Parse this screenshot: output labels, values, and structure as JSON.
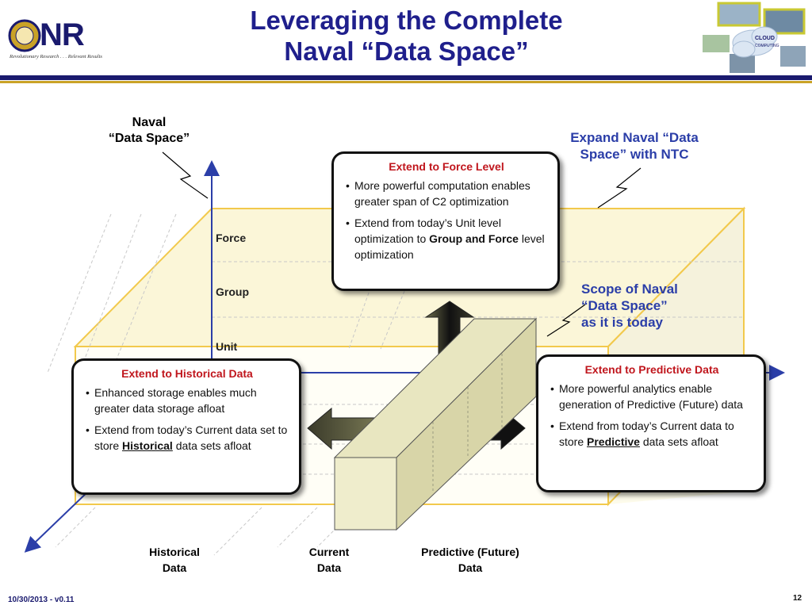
{
  "header": {
    "title_line1": "Leveraging the Complete",
    "title_line2": "Naval “Data Space”",
    "logo_text": "NR",
    "logo_tagline": "Revolutionary Research . . . Relevant Results",
    "cloud_label": "CLOUD COMPUTING"
  },
  "labels": {
    "naval_data_space_1": "Naval",
    "naval_data_space_2": "“Data Space”",
    "expand_1": "Expand Naval “Data",
    "expand_2": "Space” with NTC",
    "scope_1": "Scope of Naval",
    "scope_2": "“Data Space”",
    "scope_3": "as it is today",
    "tiers": [
      "Force",
      "Group",
      "Unit"
    ],
    "axis_historical_1": "Historical",
    "axis_historical_2": "Data",
    "axis_current_1": "Current",
    "axis_current_2": "Data",
    "axis_predictive_1": "Predictive (Future)",
    "axis_predictive_2": "Data"
  },
  "callouts": {
    "force": {
      "title": "Extend to Force Level",
      "b1": "More powerful computation enables greater span of C2 optimization",
      "b2_pre": "Extend from today’s Unit level optimization to ",
      "b2_bold": "Group and Force",
      "b2_post": " level optimization"
    },
    "historical": {
      "title": "Extend to Historical Data",
      "b1": "Enhanced storage enables much greater data storage afloat",
      "b2_pre": "Extend from today’s Current data set to store ",
      "b2_bold": "Historical",
      "b2_post": " data sets afloat"
    },
    "predictive": {
      "title": "Extend to Predictive Data",
      "b1": "More powerful analytics enable generation of Predictive (Future) data",
      "b2_pre": "Extend from today’s Current data to store ",
      "b2_bold": "Predictive",
      "b2_post": " data sets afloat"
    }
  },
  "footer": {
    "date_version": "10/30/2013  -  v0.11",
    "page": "12"
  },
  "colors": {
    "title_blue": "#1f1f8c",
    "callout_red": "#c0161d",
    "axis_blue": "#2b3ea8",
    "cube_gold": "#f2c94c"
  }
}
